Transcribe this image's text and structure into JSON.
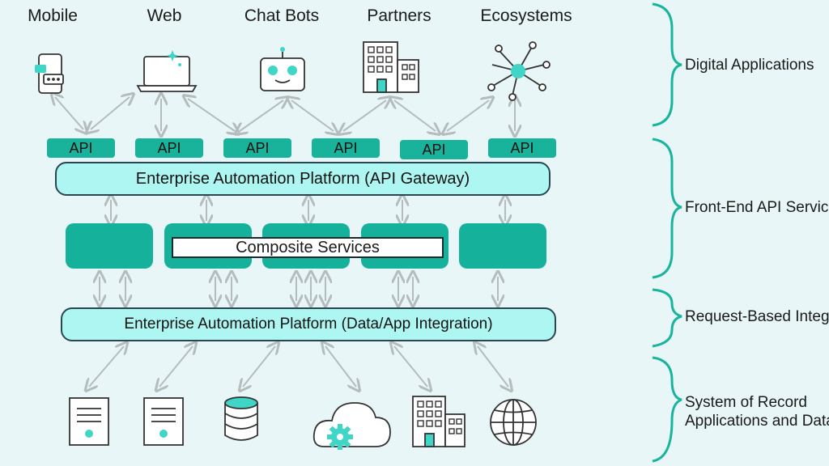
{
  "channels": {
    "mobile": "Mobile",
    "web": "Web",
    "chatbots": "Chat Bots",
    "partners": "Partners",
    "ecosystems": "Ecosystems"
  },
  "api_label": "API",
  "gateway_label": "Enterprise Automation Platform (API Gateway)",
  "composite_label": "Composite Services",
  "integration_label": "Enterprise Automation Platform (Data/App Integration)",
  "tiers": {
    "digital": "Digital Applications",
    "frontend": "Front-End API Services",
    "request": "Request-Based Integration",
    "system_line1": "System of Record",
    "system_line2": "Applications and Data"
  },
  "colors": {
    "accent": "#19b39b",
    "tube": "#aef6f1",
    "background": "#e8f6f7",
    "icon_accent": "#3fd6c8"
  }
}
